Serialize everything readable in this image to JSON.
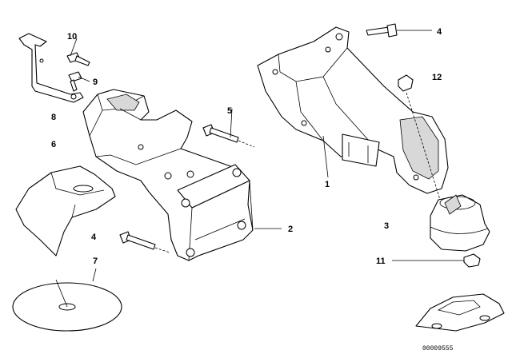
{
  "labels": [
    "1",
    "2",
    "3",
    "4",
    "4",
    "5",
    "6",
    "7",
    "8",
    "9",
    "10",
    "11",
    "12"
  ],
  "diagram_code": "00009555",
  "colors": {
    "line": "#000000",
    "background": "#ffffff",
    "shade": "#d8d8d8"
  }
}
